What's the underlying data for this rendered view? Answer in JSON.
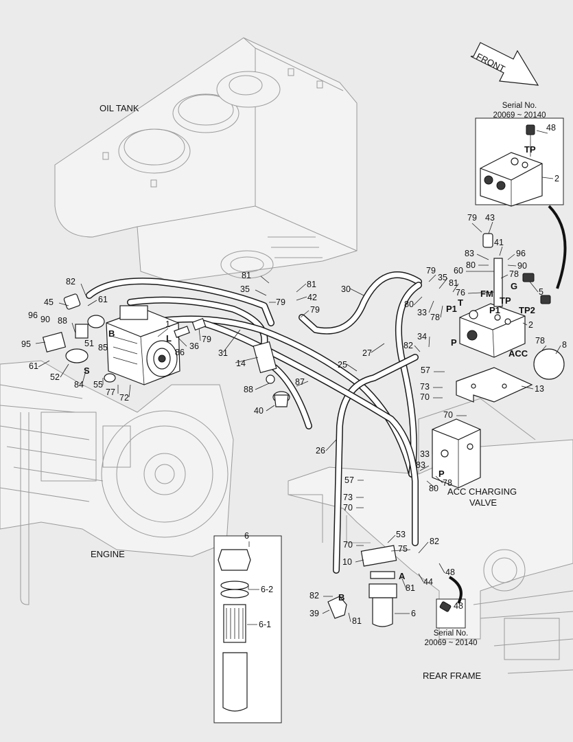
{
  "captions": {
    "oil_tank": "OIL TANK",
    "engine": "ENGINE",
    "rear_frame": "REAR FRAME",
    "acc_charging_valve_1": "ACC CHARGING",
    "acc_charging_valve_2": "VALVE",
    "front": "FRONT"
  },
  "serial_top": {
    "line1": "Serial No.",
    "line2": "20069 ~ 20140"
  },
  "serial_bottom": {
    "line1": "Serial No.",
    "line2": "20069 ~ 20140"
  },
  "ports": {
    "tp_top": "TP",
    "fm": "FM",
    "g": "G",
    "t": "T",
    "tp": "TP",
    "tp2": "TP2",
    "p1_left": "P1",
    "p1_right": "P1",
    "p": "P",
    "acc": "ACC",
    "p_lower": "P",
    "b_pump": "B",
    "l_pump": "L",
    "s_pump": "S",
    "a_filter": "A",
    "b_filter": "B"
  },
  "callouts": [
    {
      "id": "c48a",
      "label": "48"
    },
    {
      "id": "c2a",
      "label": "2"
    },
    {
      "id": "c79a",
      "label": "79"
    },
    {
      "id": "c43",
      "label": "43"
    },
    {
      "id": "c41",
      "label": "41"
    },
    {
      "id": "c83a",
      "label": "83"
    },
    {
      "id": "c96a",
      "label": "96"
    },
    {
      "id": "c80a",
      "label": "80"
    },
    {
      "id": "c90a",
      "label": "90"
    },
    {
      "id": "c60",
      "label": "60"
    },
    {
      "id": "c78a",
      "label": "78"
    },
    {
      "id": "c79b",
      "label": "79"
    },
    {
      "id": "c35a",
      "label": "35"
    },
    {
      "id": "c81a",
      "label": "81"
    },
    {
      "id": "c76",
      "label": "76"
    },
    {
      "id": "c5",
      "label": "5"
    },
    {
      "id": "c80b",
      "label": "80"
    },
    {
      "id": "c33a",
      "label": "33"
    },
    {
      "id": "c78b",
      "label": "78"
    },
    {
      "id": "c2b",
      "label": "2"
    },
    {
      "id": "c78c",
      "label": "78"
    },
    {
      "id": "c8",
      "label": "8"
    },
    {
      "id": "c34",
      "label": "34"
    },
    {
      "id": "c82a",
      "label": "82"
    },
    {
      "id": "c57a",
      "label": "57"
    },
    {
      "id": "c73a",
      "label": "73"
    },
    {
      "id": "c70a",
      "label": "70"
    },
    {
      "id": "c13",
      "label": "13"
    },
    {
      "id": "c70b",
      "label": "70"
    },
    {
      "id": "c33b",
      "label": "33"
    },
    {
      "id": "c83b",
      "label": "83"
    },
    {
      "id": "c78d",
      "label": "78"
    },
    {
      "id": "c80c",
      "label": "80"
    },
    {
      "id": "c30",
      "label": "30"
    },
    {
      "id": "c27",
      "label": "27"
    },
    {
      "id": "c25",
      "label": "25"
    },
    {
      "id": "c26",
      "label": "26"
    },
    {
      "id": "c81b",
      "label": "81"
    },
    {
      "id": "c35b",
      "label": "35"
    },
    {
      "id": "c81c",
      "label": "81"
    },
    {
      "id": "c42",
      "label": "42"
    },
    {
      "id": "c79c",
      "label": "79"
    },
    {
      "id": "c79d",
      "label": "79"
    },
    {
      "id": "c82b",
      "label": "82"
    },
    {
      "id": "c61a",
      "label": "61"
    },
    {
      "id": "c45",
      "label": "45"
    },
    {
      "id": "c96b",
      "label": "96"
    },
    {
      "id": "c90b",
      "label": "90"
    },
    {
      "id": "c88a",
      "label": "88"
    },
    {
      "id": "c95",
      "label": "95"
    },
    {
      "id": "c51",
      "label": "51"
    },
    {
      "id": "c85",
      "label": "85"
    },
    {
      "id": "c1",
      "label": "1"
    },
    {
      "id": "c86",
      "label": "86"
    },
    {
      "id": "c36",
      "label": "36"
    },
    {
      "id": "c79e",
      "label": "79"
    },
    {
      "id": "c31",
      "label": "31"
    },
    {
      "id": "c14",
      "label": "14"
    },
    {
      "id": "c61b",
      "label": "61"
    },
    {
      "id": "c52",
      "label": "52"
    },
    {
      "id": "c84",
      "label": "84"
    },
    {
      "id": "c55",
      "label": "55"
    },
    {
      "id": "c77",
      "label": "77"
    },
    {
      "id": "c72",
      "label": "72"
    },
    {
      "id": "c87",
      "label": "87"
    },
    {
      "id": "c88b",
      "label": "88"
    },
    {
      "id": "c40",
      "label": "40"
    },
    {
      "id": "c6a",
      "label": "6"
    },
    {
      "id": "c6-2",
      "label": "6-2"
    },
    {
      "id": "c6-1",
      "label": "6-1"
    },
    {
      "id": "c57b",
      "label": "57"
    },
    {
      "id": "c73b",
      "label": "73"
    },
    {
      "id": "c70c",
      "label": "70"
    },
    {
      "id": "c70d",
      "label": "70"
    },
    {
      "id": "c53",
      "label": "53"
    },
    {
      "id": "c75",
      "label": "75"
    },
    {
      "id": "c10",
      "label": "10"
    },
    {
      "id": "c82c",
      "label": "82"
    },
    {
      "id": "c48b",
      "label": "48"
    },
    {
      "id": "c44",
      "label": "44"
    },
    {
      "id": "c81d",
      "label": "81"
    },
    {
      "id": "c82d",
      "label": "82"
    },
    {
      "id": "c39",
      "label": "39"
    },
    {
      "id": "c81e",
      "label": "81"
    },
    {
      "id": "c6b",
      "label": "6"
    },
    {
      "id": "c48c",
      "label": "48"
    }
  ]
}
